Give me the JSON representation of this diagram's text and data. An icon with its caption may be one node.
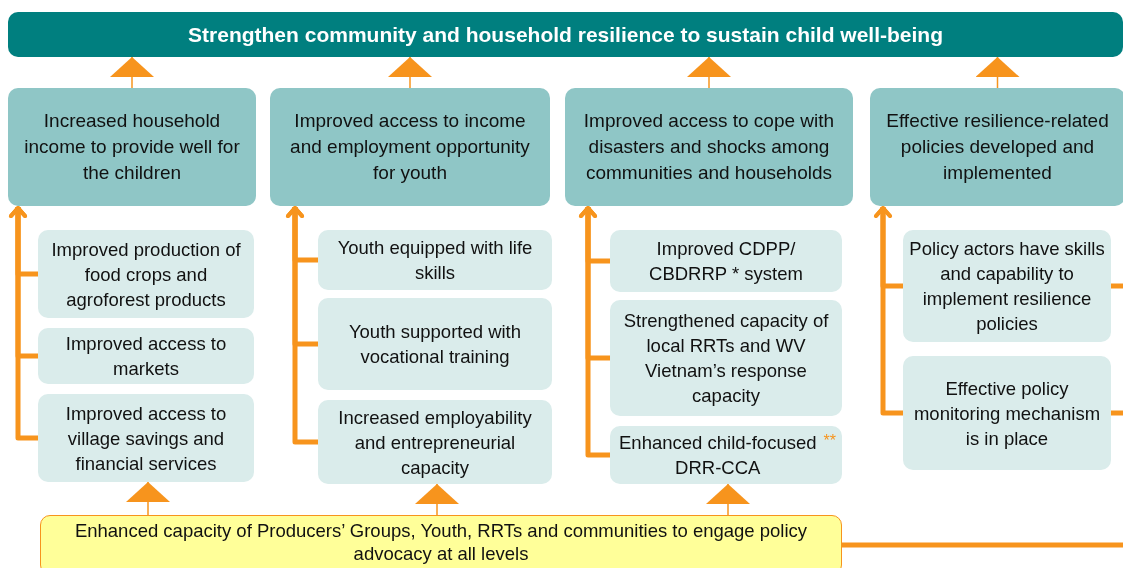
{
  "diagram": {
    "nodes": [
      {
        "text": [
          "Strengthen community and household resilience to sustain child well-being"
        ]
      },
      {
        "text": [
          "Increased household income to provide well for the children"
        ]
      },
      {
        "text": [
          "Improved access to income and employment opportunity for youth"
        ]
      },
      {
        "text": [
          "Improved access to cope with disasters and shocks among communities and households"
        ]
      },
      {
        "text": [
          "Effective resilience-related policies developed and implemented"
        ]
      },
      {
        "text": [
          "Improved production of food crops and agroforest products"
        ]
      },
      {
        "text": [
          "Improved access to markets"
        ]
      },
      {
        "text": [
          "Improved access to village savings and financial services"
        ]
      },
      {
        "text": [
          "Youth equipped with life skills"
        ]
      },
      {
        "text": [
          "Youth supported with vocational training"
        ]
      },
      {
        "text": [
          "Increased employability and entrepreneurial capacity"
        ]
      },
      {
        "text": [
          "Improved CDPP/ CBDRRP * system"
        ]
      },
      {
        "text": [
          "Strengthened capacity of local RRTs and WV Vietnam’s response capacity"
        ]
      },
      {
        "text": [
          "Enhanced child-focused DRR-CCA",
          "**"
        ]
      },
      {
        "text": [
          "Policy actors have skills and capability to implement resilience policies"
        ]
      },
      {
        "text": [
          "Effective policy monitoring mechanism is in place"
        ]
      },
      {
        "text": [
          "Enhanced capacity of Producers’ Groups, Youth, RRTs and communities to engage policy advocacy at all levels"
        ]
      }
    ],
    "edges": [
      {
        "from": 1,
        "to": 0,
        "arrow": "to"
      },
      {
        "from": 2,
        "to": 0,
        "arrow": "to"
      },
      {
        "from": 3,
        "to": 0,
        "arrow": "to"
      },
      {
        "from": 4,
        "to": 0,
        "arrow": "to"
      },
      {
        "from": 5,
        "to": 1,
        "arrow": "to"
      },
      {
        "from": 6,
        "to": 1,
        "arrow": "to"
      },
      {
        "from": 7,
        "to": 1,
        "arrow": "to"
      },
      {
        "from": 8,
        "to": 2,
        "arrow": "to"
      },
      {
        "from": 9,
        "to": 2,
        "arrow": "to"
      },
      {
        "from": 10,
        "to": 2,
        "arrow": "to"
      },
      {
        "from": 11,
        "to": 3,
        "arrow": "to"
      },
      {
        "from": 12,
        "to": 3,
        "arrow": "to"
      },
      {
        "from": 13,
        "to": 3,
        "arrow": "to"
      },
      {
        "from": 14,
        "to": 4,
        "arrow": "to"
      },
      {
        "from": 15,
        "to": 4,
        "arrow": "to"
      },
      {
        "from": 14,
        "to": null,
        "arrow": "none"
      },
      {
        "from": 15,
        "to": null,
        "arrow": "none"
      },
      {
        "from": 16,
        "to": 7,
        "arrow": "to"
      },
      {
        "from": 16,
        "to": 10,
        "arrow": "to"
      },
      {
        "from": 16,
        "to": 13,
        "arrow": "to"
      },
      {
        "from": 16,
        "to": null,
        "arrow": "none"
      }
    ]
  }
}
